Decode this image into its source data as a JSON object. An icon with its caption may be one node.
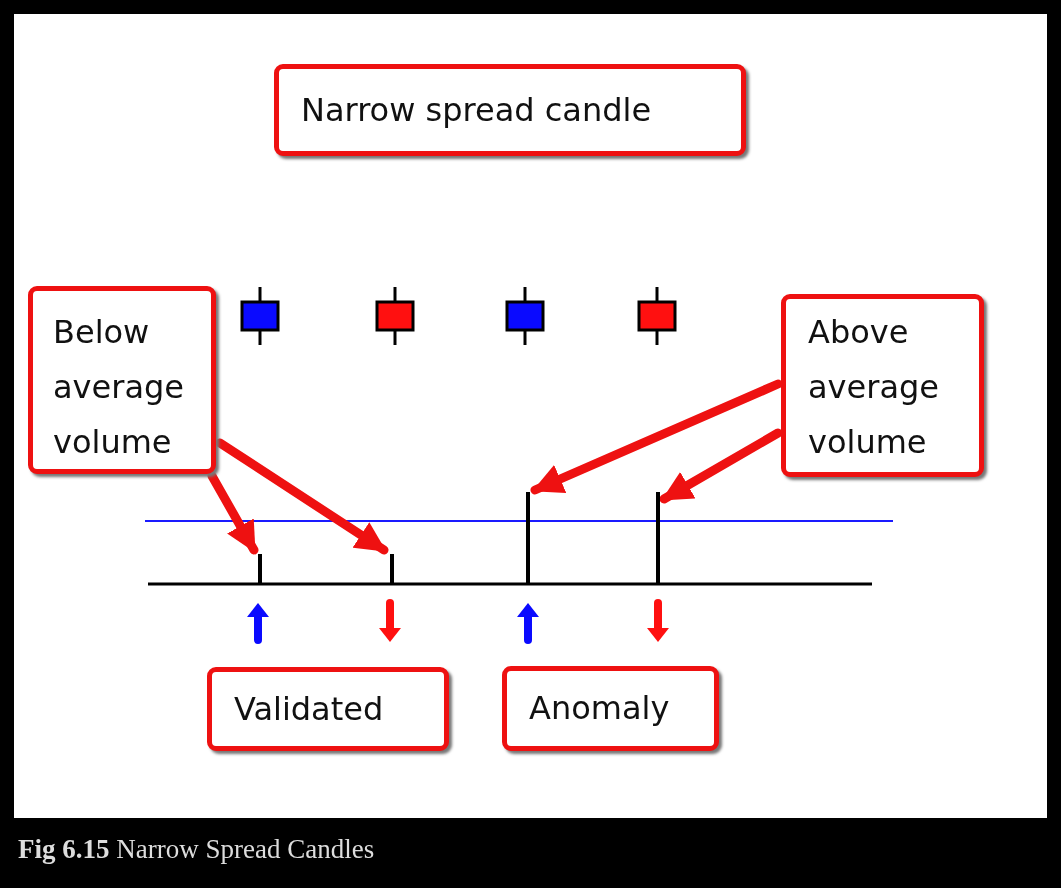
{
  "diagram": {
    "caption": "**Fig 6.15** Narrow Spread Candles",
    "nodes": [
      {
        "text": [
          "Narrow spread candle"
        ]
      },
      {
        "text": [
          "Below average volume"
        ]
      },
      {
        "text": [
          "Above average volume"
        ]
      },
      {
        "text": [
          "Validated"
        ]
      },
      {
        "text": [
          "Anomaly"
        ]
      },
      {
        "text": [],
        "shape": "bar"
      },
      {
        "text": [],
        "shape": "bar"
      },
      {
        "text": [],
        "shape": "bar"
      },
      {
        "text": [],
        "shape": "bar"
      }
    ],
    "edges": [
      {
        "from": 1,
        "to": 5,
        "arrow": "to"
      },
      {
        "from": 1,
        "to": 6,
        "arrow": "to"
      },
      {
        "from": 2,
        "to": 7,
        "arrow": "to"
      },
      {
        "from": 2,
        "to": 8,
        "arrow": "to"
      }
    ]
  }
}
